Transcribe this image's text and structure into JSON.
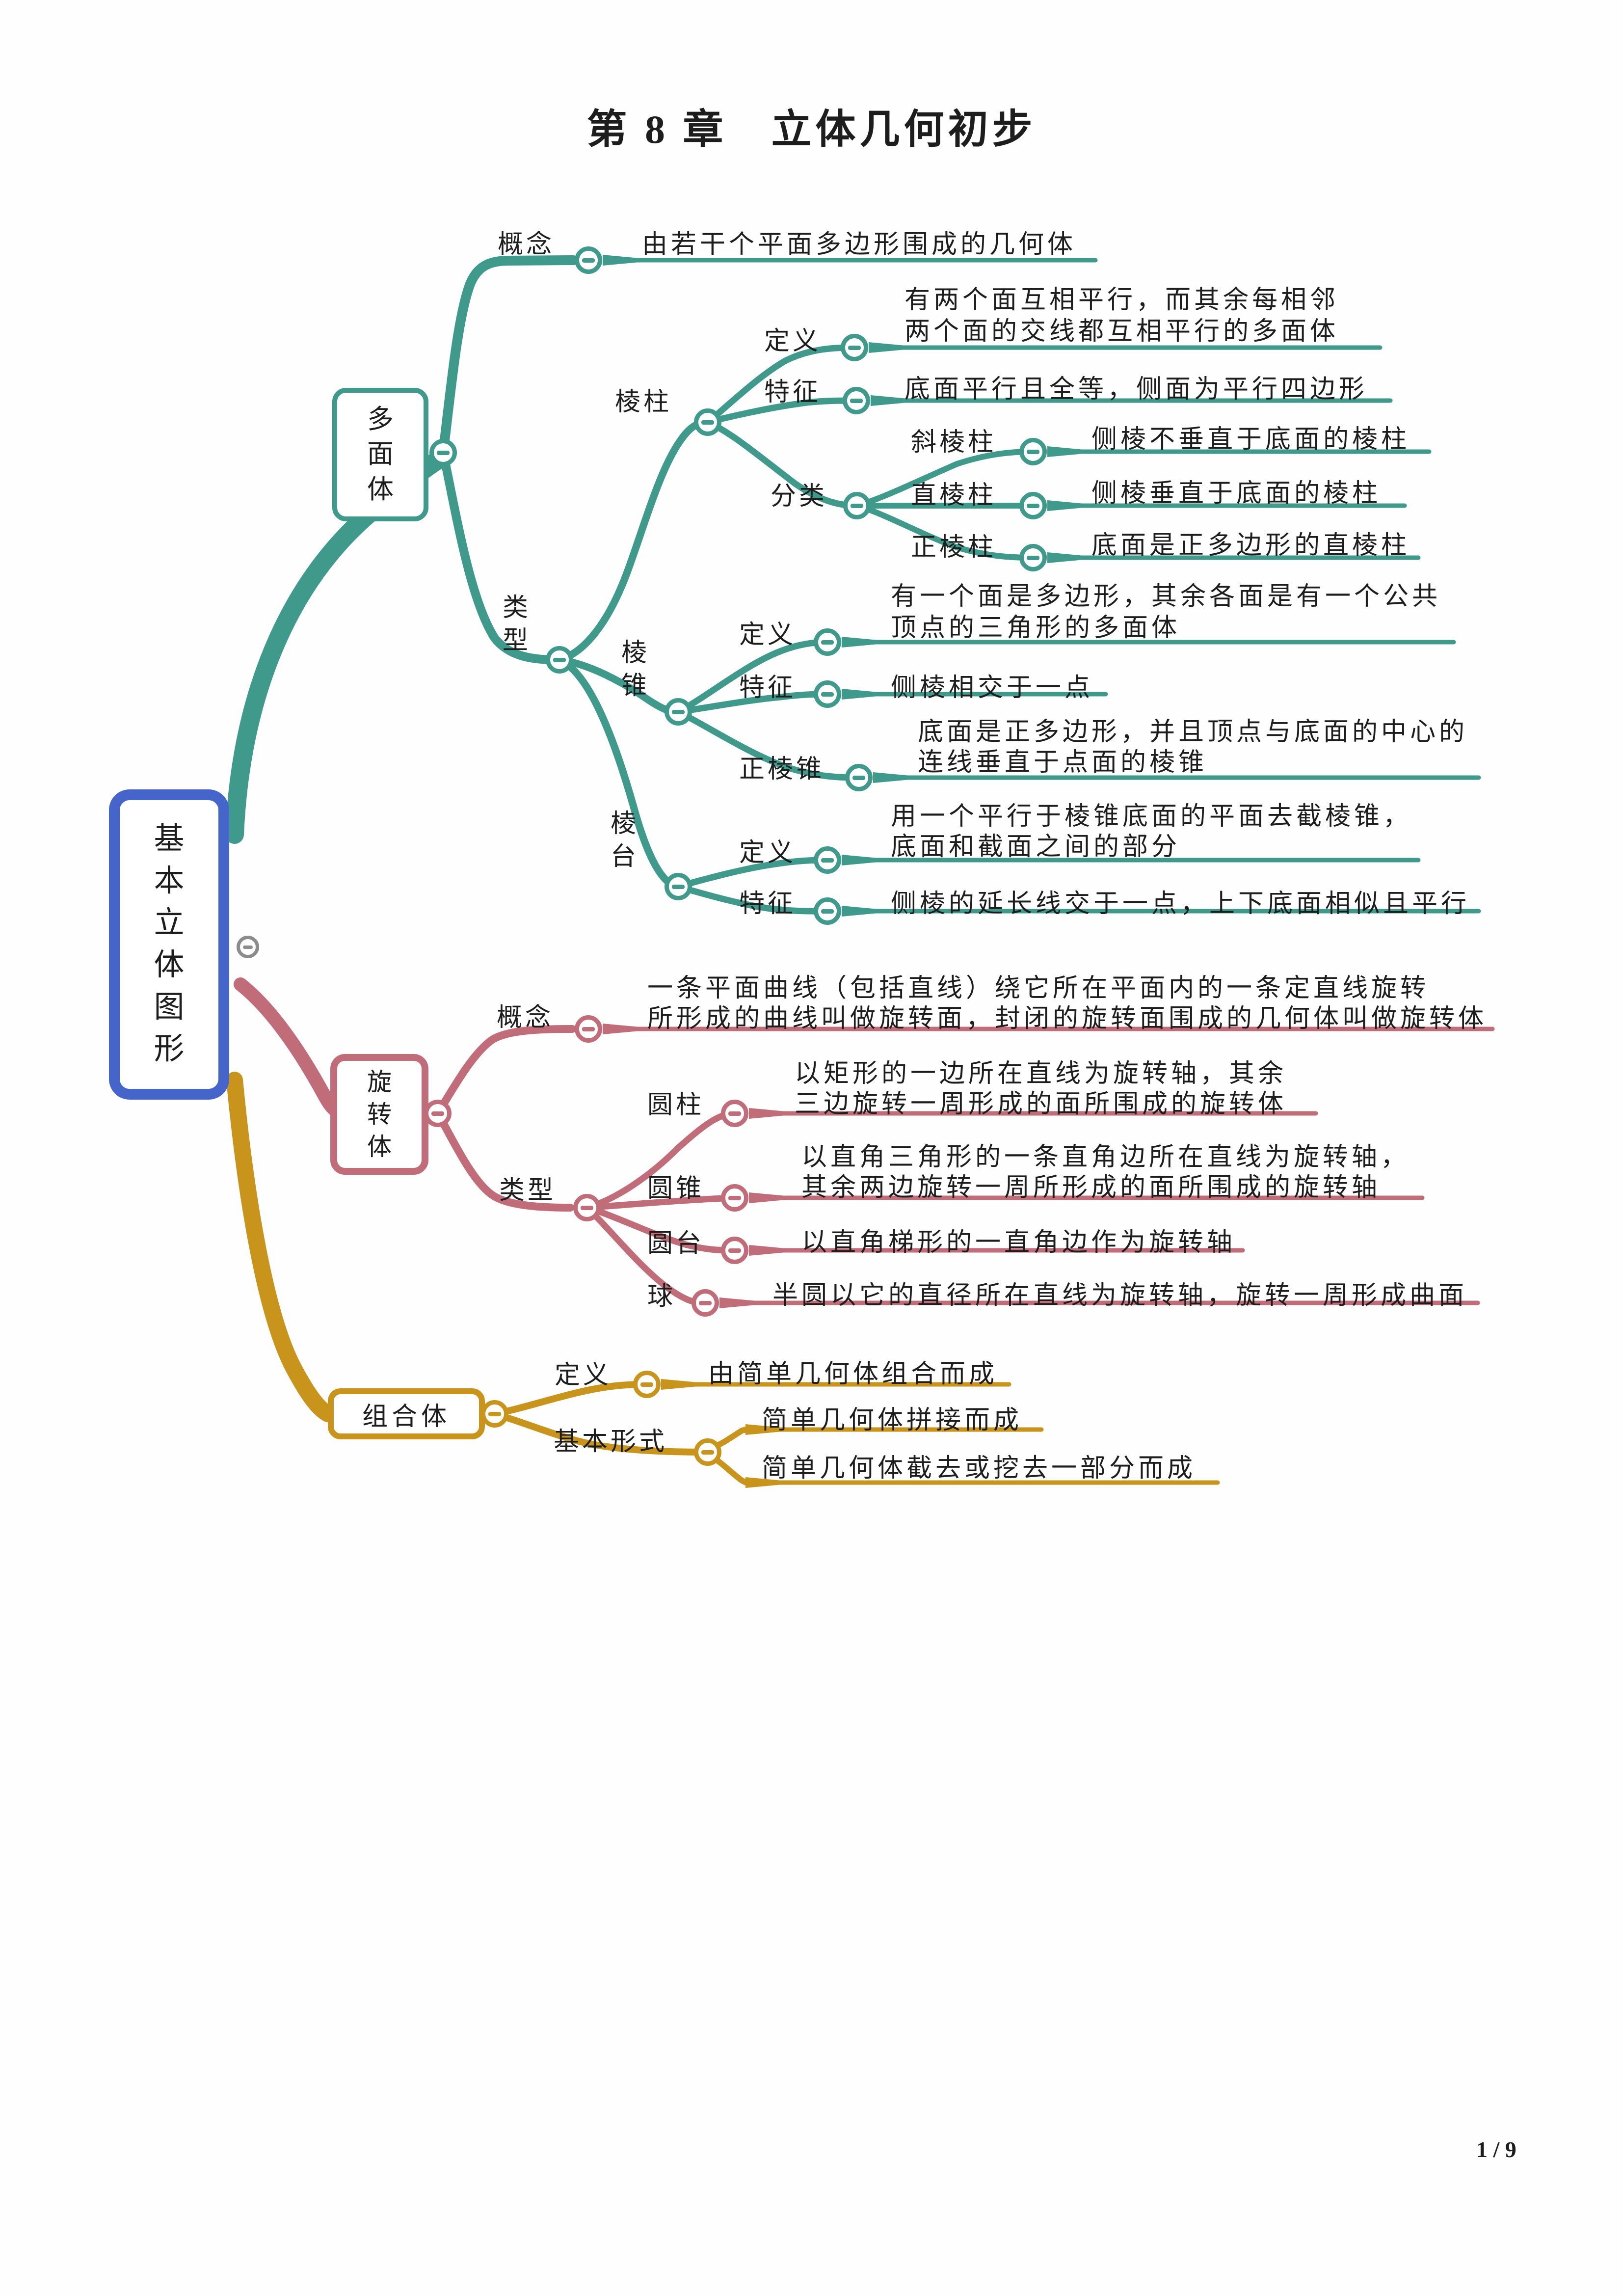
{
  "title": "第 8 章　立体几何初步",
  "page_number": "1 / 9",
  "root": {
    "label": "基本立体图形"
  },
  "polyhedron": {
    "node": "多面体",
    "concept_label": "概念",
    "concept_text": "由若干个平面多边形围成的几何体",
    "type_label": "类型",
    "prism": {
      "node": "棱柱",
      "def_label": "定义",
      "def_line1": "有两个面互相平行，而其余每相邻",
      "def_line2": "两个面的交线都互相平行的多面体",
      "feature_label": "特征",
      "feature_text": "底面平行且全等，侧面为平行四边形",
      "class_label": "分类",
      "oblique_label": "斜棱柱",
      "oblique_text": "侧棱不垂直于底面的棱柱",
      "right_label": "直棱柱",
      "right_text": "侧棱垂直于底面的棱柱",
      "regular_label": "正棱柱",
      "regular_text": "底面是正多边形的直棱柱"
    },
    "pyramid": {
      "node": "棱锥",
      "def_label": "定义",
      "def_line1": "有一个面是多边形，其余各面是有一个公共",
      "def_line2": "顶点的三角形的多面体",
      "feature_label": "特征",
      "feature_text": "侧棱相交于一点",
      "regular_label": "正棱锥",
      "regular_line1": "底面是正多边形，并且顶点与底面的中心的",
      "regular_line2": "连线垂直于点面的棱锥"
    },
    "frustum": {
      "node": "棱台",
      "def_label": "定义",
      "def_line1": "用一个平行于棱锥底面的平面去截棱锥，",
      "def_line2": "底面和截面之间的部分",
      "feature_label": "特征",
      "feature_text": "侧棱的延长线交于一点，上下底面相似且平行"
    }
  },
  "revolution": {
    "node": "旋转体",
    "concept_label": "概念",
    "concept_line1": "一条平面曲线（包括直线）绕它所在平面内的一条定直线旋转",
    "concept_line2": "所形成的曲线叫做旋转面，封闭的旋转面围成的几何体叫做旋转体",
    "type_label": "类型",
    "cylinder_label": "圆柱",
    "cylinder_line1": "以矩形的一边所在直线为旋转轴，其余",
    "cylinder_line2": "三边旋转一周形成的面所围成的旋转体",
    "cone_label": "圆锥",
    "cone_line1": "以直角三角形的一条直角边所在直线为旋转轴，",
    "cone_line2": "其余两边旋转一周所形成的面所围成的旋转轴",
    "truncated_cone_label": "圆台",
    "truncated_cone_text": "以直角梯形的一直角边作为旋转轴",
    "sphere_label": "球",
    "sphere_text": "半圆以它的直径所在直线为旋转轴，旋转一周形成曲面"
  },
  "composite": {
    "node": "组合体",
    "def_label": "定义",
    "def_text": "由简单几何体组合而成",
    "form_label": "基本形式",
    "form_text1": "简单几何体拼接而成",
    "form_text2": "简单几何体截去或挖去一部分而成"
  },
  "colors": {
    "polyhedron_branch": "#3f9a8c",
    "revolution_branch": "#c06d79",
    "composite_branch": "#c8941c",
    "root_border": "#4565cb",
    "root_toggle": "#8c8c8c",
    "text": "#1d1d1d"
  }
}
